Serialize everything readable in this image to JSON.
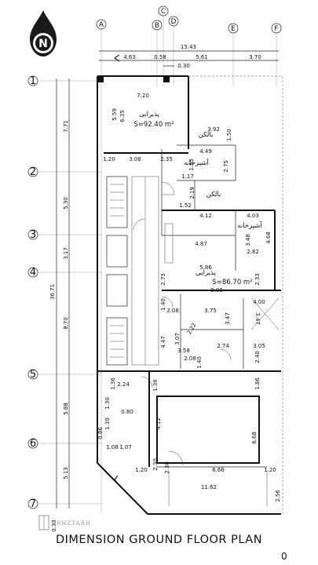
{
  "title": "DIMENSION GROUND FLOOR PLAN",
  "scale_mark": "0",
  "watermark": "ARHZTARH",
  "north_label": "N",
  "grid_columns": [
    "A",
    "B",
    "C",
    "D",
    "E",
    "F"
  ],
  "grid_rows": [
    "1",
    "2",
    "3",
    "4",
    "5",
    "6",
    "7"
  ],
  "top_dims": {
    "overall": "15.43",
    "d1": "4.63",
    "d2": "0.58",
    "d3": "5.61",
    "d4": "3.70",
    "d5": "0.30"
  },
  "left_dims": {
    "overall": "36.71",
    "r1": "7.71",
    "r2": "5.30",
    "r3": "3.17",
    "r4": "8.70",
    "r5": "5.88",
    "r6": "5.13",
    "r7": "0.33"
  },
  "rooms": {
    "reception_top": {
      "name": "پذیرایی",
      "area": "S=92.40 m²"
    },
    "kitchen_top": "آشپزخانه",
    "balcony_top": "بالکن",
    "balcony_mid": "بالکن",
    "kitchen_mid": "آشپزخانه",
    "reception_mid": {
      "name": "پذیرایی",
      "area": "S=86.70 m²"
    }
  },
  "dims": {
    "a": "7.20",
    "b": "5.59",
    "c": "6.35",
    "d": "3.92",
    "e": "1.50",
    "f": "4.49",
    "g": "1.20",
    "h": "3.08",
    "i": "2.35",
    "j": "1.55",
    "k": "2.75",
    "l": "1.17",
    "m": "2.19",
    "n": "1.52",
    "o": "4.12",
    "p": "4.03",
    "q": "4.68",
    "r": "4.87",
    "s": "3.48",
    "t": "2.82",
    "u": "5.86",
    "v": "2.73",
    "w": "9.88",
    "x": "2.33",
    "y": "1.40",
    "z": "2.08",
    "aa": "3.75",
    "ab": "4.00",
    "ac": "3.47",
    "ad": "3.47",
    "ae": "2.22",
    "af": "4.47",
    "ag": "3.07",
    "ah": "3.58",
    "ai": "2.08",
    "aj": "1.40",
    "ak": "2.74",
    "al": "3.05",
    "am": "2.40",
    "an": "2.24",
    "ao": "1.36",
    "ap": "1.36",
    "aq": "1.86",
    "ar": "1.30",
    "as": "0.80",
    "at": "1.30",
    "au": "0.86",
    "av": "4.12",
    "aw": "6.68",
    "ax": "1.08",
    "ay": "1.07",
    "az": "2.30",
    "ba": "2.30",
    "bb": "1.20",
    "bc": "6.66",
    "bd": "1.20",
    "be": "11.62",
    "bf": "2.56"
  }
}
